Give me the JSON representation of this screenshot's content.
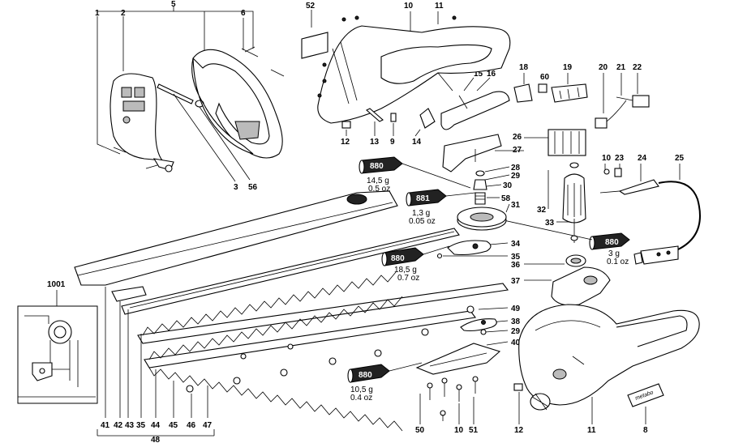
{
  "labels": {
    "l1": "1",
    "l2": "2",
    "l5": "5",
    "l6": "6",
    "l52": "52",
    "l10a": "10",
    "l11a": "11",
    "l15": "15",
    "l16": "16",
    "l18": "18",
    "l19": "19",
    "l60": "60",
    "l20": "20",
    "l21": "21",
    "l22": "22",
    "l3": "3",
    "l56": "56",
    "l12a": "12",
    "l13": "13",
    "l9": "9",
    "l14": "14",
    "l26": "26",
    "l27": "27",
    "l28": "28",
    "l29a": "29",
    "l30": "30",
    "l10b": "10",
    "l23": "23",
    "l24": "24",
    "l25": "25",
    "l58": "58",
    "l31": "31",
    "l32": "32",
    "l33": "33",
    "l34": "34",
    "l35a": "35",
    "l36": "36",
    "l37": "37",
    "l1001": "1001",
    "l49": "49",
    "l38": "38",
    "l29b": "29",
    "l40": "40",
    "b41": "41",
    "b42": "42",
    "b43": "43",
    "b35": "35",
    "b44": "44",
    "b45": "45",
    "b46": "46",
    "b47": "47",
    "b48": "48",
    "b50": "50",
    "b10": "10",
    "b51": "51",
    "b12": "12",
    "b11": "11",
    "b8": "8"
  },
  "lubricants": [
    {
      "code": "880",
      "amount_g": "14,5 g",
      "amount_oz": "0.5 oz"
    },
    {
      "code": "881",
      "amount_g": "1,3 g",
      "amount_oz": "0.05 oz"
    },
    {
      "code": "880",
      "amount_g": "3 g",
      "amount_oz": "0.1 oz"
    },
    {
      "code": "880",
      "amount_g": "18,5 g",
      "amount_oz": "0.7 oz"
    },
    {
      "code": "880",
      "amount_g": "10,5 g",
      "amount_oz": "0.4 oz"
    }
  ],
  "brand_label": "metabo"
}
